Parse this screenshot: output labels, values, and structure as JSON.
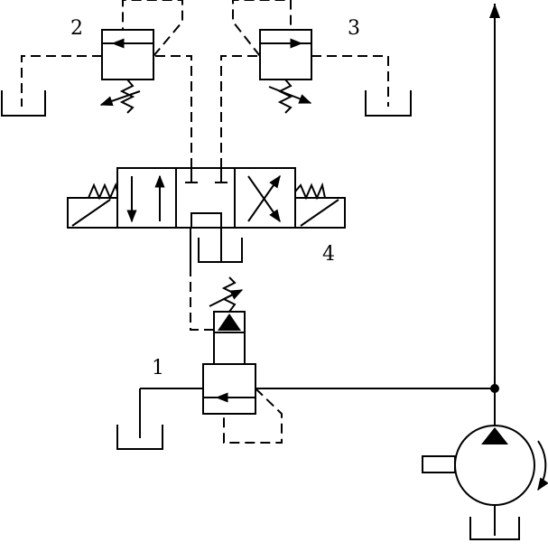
{
  "labels": {
    "relief_valve_main": "1",
    "relief_valve_left": "2",
    "relief_valve_right": "3",
    "directional_valve": "4"
  },
  "colors": {
    "line": "#000000",
    "background": "#ffffff"
  }
}
